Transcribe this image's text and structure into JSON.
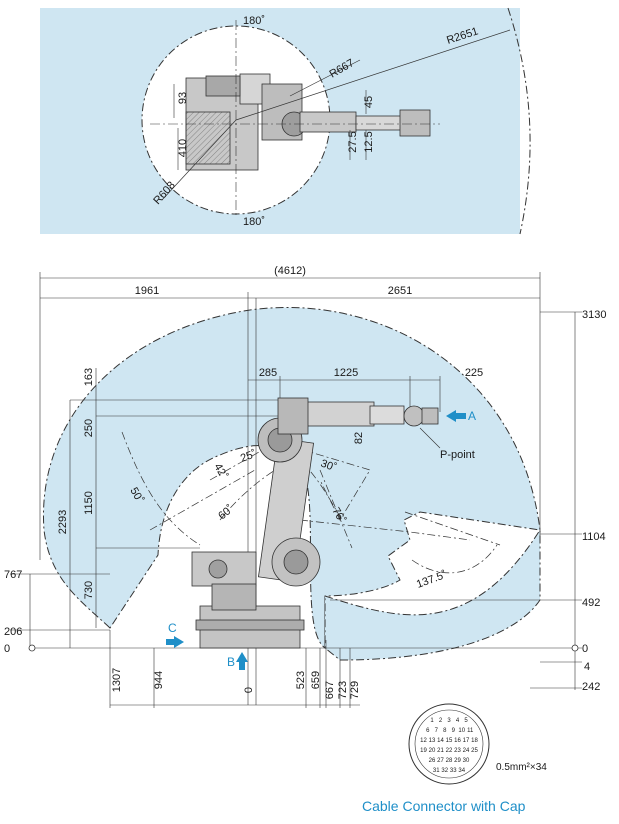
{
  "colors": {
    "envelope": "#cfe6f2",
    "accent": "#1f8fc8",
    "line": "#333333",
    "robot": "#bfbfbf"
  },
  "top_view": {
    "angle_top": "180˚",
    "angle_bottom": "180˚",
    "r_outer": "R2651",
    "r_mid": "R667",
    "r_inner": "R608",
    "d93": "93",
    "d410": "410",
    "d45": "45",
    "d27_5": "27.5",
    "d12_5": "12.5"
  },
  "side_view": {
    "total_width": "(4612)",
    "left_reach": "1961",
    "right_reach": "2651",
    "h3130": "3130",
    "h1104": "1104",
    "h492": "492",
    "h0": "0",
    "h4": "4",
    "h242": "242",
    "h767": "767",
    "h206": "206",
    "h0_left": "0",
    "v163": "163",
    "v250": "250",
    "v1150": "1150",
    "v730": "730",
    "v2293": "2293",
    "top285": "285",
    "top1225": "1225",
    "top225": "225",
    "d82": "82",
    "ang50": "50˚",
    "ang42": "42˚",
    "ang25": "25˚",
    "ang60": "60˚",
    "ang30": "30˚",
    "ang76": "76˚",
    "ang137": "137.5˚",
    "label_a": "A",
    "label_b": "B",
    "label_c": "C",
    "p_point": "P-point",
    "b1307": "1307",
    "b944": "944",
    "b0": "0",
    "b523": "523",
    "b659": "659",
    "b667": "667",
    "b723": "723",
    "b729": "729"
  },
  "connector": {
    "pins": [
      "1",
      "2",
      "3",
      "4",
      "5",
      "6",
      "7",
      "8",
      "9",
      "10",
      "11",
      "12",
      "13",
      "14",
      "15",
      "16",
      "17",
      "18",
      "19",
      "20",
      "21",
      "22",
      "23",
      "24",
      "25",
      "26",
      "27",
      "28",
      "29",
      "30",
      "31",
      "32",
      "33",
      "34"
    ],
    "wire_spec": "0.5mm²×34",
    "caption": "Cable Connector with Cap"
  }
}
